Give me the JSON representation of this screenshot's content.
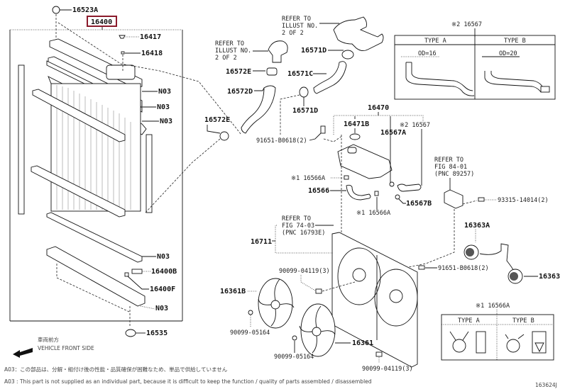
{
  "diagram": {
    "title_part": "16400",
    "highlight_color": "#8b1a2b",
    "figure_id": "163624J",
    "labels": {
      "p16523A": "16523A",
      "p16417": "16417",
      "p16418": "16418",
      "n03_1": "N03",
      "n03_2": "N03",
      "n03_3": "N03",
      "n03_4": "N03",
      "n03_5": "N03",
      "p16400B": "16400B",
      "p16400F": "16400F",
      "p16535": "16535",
      "p16572E_a": "16572E",
      "p16572D": "16572D",
      "p16572E_b": "16572E",
      "p16571D_a": "16571D",
      "p16571C": "16571C",
      "p16571D_b": "16571D",
      "p16470": "16470",
      "p16471B": "16471B",
      "p16567A": "16567A",
      "p16567_note": "※2 16567",
      "p16566A_a": "※1 16566A",
      "p16566": "16566",
      "p16566A_b": "※1 16566A",
      "p16567B": "16567B",
      "bolt_91651_a": "91651-B0618(2)",
      "bolt_91651_b": "91651-B0618(2)",
      "bolt_93315": "93315-14014(2)",
      "p16363A": "16363A",
      "p16363": "16363",
      "p16711": "16711",
      "p16361B": "16361B",
      "p16361": "16361",
      "screw_04119_a": "90099-04119(3)",
      "screw_04119_b": "90099-04119(3)",
      "nut_05164_a": "90099-05164",
      "nut_05164_b": "90099-05164"
    },
    "refer_notes": {
      "illust_a": [
        "REFER TO",
        "ILLUST NO.",
        "2 OF 2"
      ],
      "illust_b": [
        "REFER TO",
        "ILLUST NO.",
        "2 OF 2"
      ],
      "fig74": [
        "REFER TO",
        "FIG 74-03",
        "(PNC 16793E)"
      ],
      "fig84": [
        "REFER TO",
        "FIG 84-01",
        "(PNC 89257)"
      ]
    },
    "inset_16567": {
      "title": "※2 16567",
      "type_a": "TYPE A",
      "type_b": "TYPE B",
      "od_a": "OD=16",
      "od_b": "OD=20"
    },
    "inset_16566A": {
      "title": "※1 16566A",
      "type_a": "TYPE A",
      "type_b": "TYPE B"
    },
    "direction": {
      "jp": "車両前方",
      "en": "VEHICLE FRONT SIDE"
    },
    "footnotes": {
      "jp": "A03：この部品は、分解・組付け後の性能・品質確保が困難なため、単品で供給していません",
      "en": "A03 : This part is not supplied as an individual part, because it is difficult to keep the function / quality of parts assembled / disassembled"
    }
  }
}
